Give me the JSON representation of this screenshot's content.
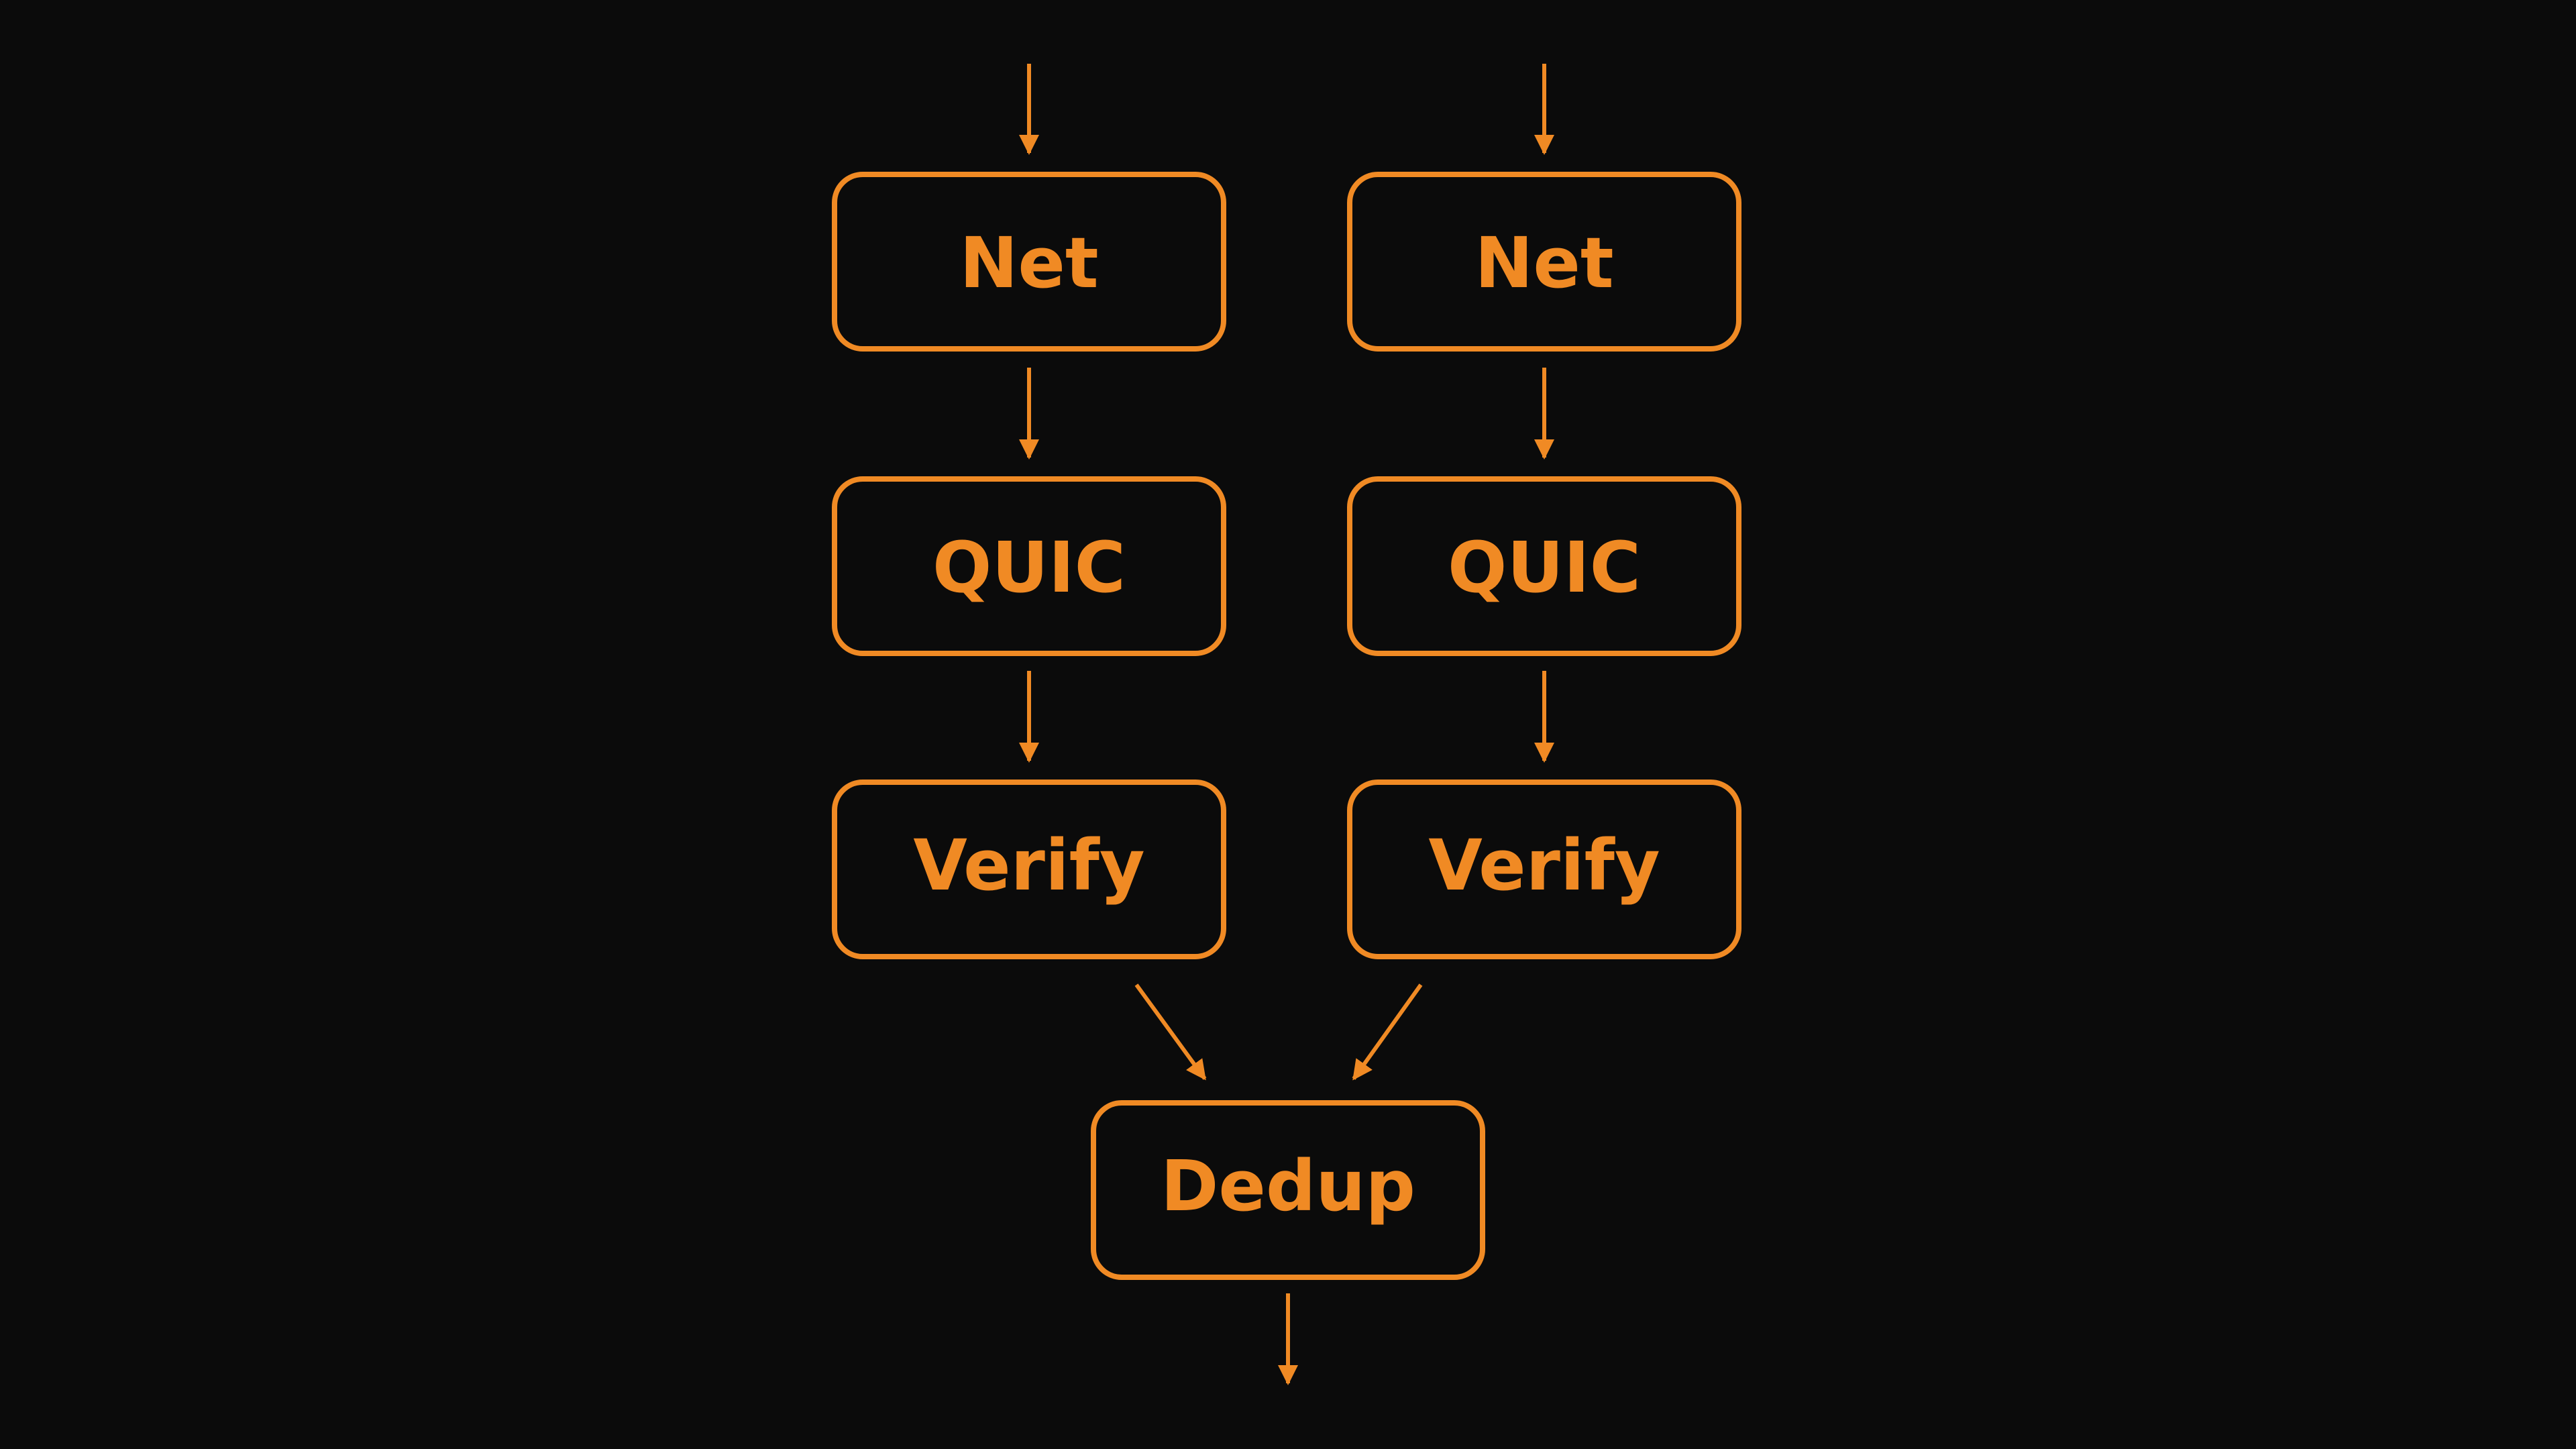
{
  "diagram": {
    "accent_color": "#f08a24",
    "background_color": "#0b0b0b",
    "nodes": [
      {
        "id": "net-left",
        "label": "Net"
      },
      {
        "id": "net-right",
        "label": "Net"
      },
      {
        "id": "quic-left",
        "label": "QUIC"
      },
      {
        "id": "quic-right",
        "label": "QUIC"
      },
      {
        "id": "verify-left",
        "label": "Verify"
      },
      {
        "id": "verify-right",
        "label": "Verify"
      },
      {
        "id": "dedup",
        "label": "Dedup"
      }
    ],
    "edges": [
      {
        "from": "input",
        "to": "net-left"
      },
      {
        "from": "input",
        "to": "net-right"
      },
      {
        "from": "net-left",
        "to": "quic-left"
      },
      {
        "from": "net-right",
        "to": "quic-right"
      },
      {
        "from": "quic-left",
        "to": "verify-left"
      },
      {
        "from": "quic-right",
        "to": "verify-right"
      },
      {
        "from": "verify-left",
        "to": "dedup"
      },
      {
        "from": "verify-right",
        "to": "dedup"
      },
      {
        "from": "dedup",
        "to": "output"
      }
    ]
  }
}
